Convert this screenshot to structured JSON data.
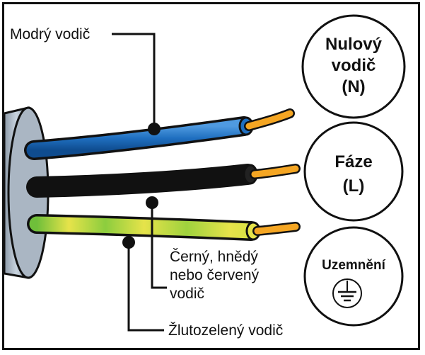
{
  "labels": {
    "blue": "Modrý vodič",
    "black_line1": "Černý, hnědý",
    "black_line2": "nebo červený",
    "black_line3": "vodič",
    "green_yellow": "Žlutozelený vodič"
  },
  "circles": {
    "neutral": {
      "line1": "Nulový",
      "line2": "vodič",
      "line3": "(N)"
    },
    "phase": {
      "line1": "Fáze",
      "line2": "(L)"
    },
    "earth": {
      "line1": "Uzemnění",
      "symbol": "earth-ground-icon"
    }
  },
  "colors": {
    "blue_wire": "#1f6fc0",
    "black_wire": "#111111",
    "yellow_wire": "#e6e34a",
    "green_stripe": "#6fbf3a",
    "copper": "#f5a623",
    "sheath": "#b7c4d2"
  }
}
